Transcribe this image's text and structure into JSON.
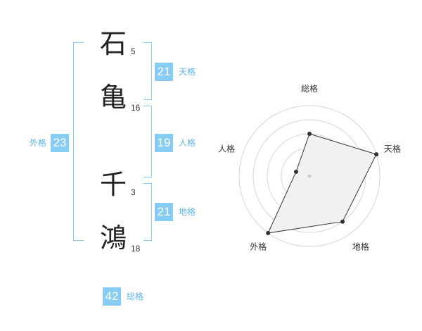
{
  "name": {
    "chars": [
      {
        "char": "石",
        "strokes": "5"
      },
      {
        "char": "亀",
        "strokes": "16"
      },
      {
        "char": "千",
        "strokes": "3"
      },
      {
        "char": "鴻",
        "strokes": "18"
      }
    ]
  },
  "fortune": {
    "tenkaku": {
      "value": "21",
      "label": "天格"
    },
    "jinkaku": {
      "value": "19",
      "label": "人格"
    },
    "chikaku": {
      "value": "21",
      "label": "地格"
    },
    "gaikaku": {
      "value": "23",
      "label": "外格"
    },
    "soukaku": {
      "value": "42",
      "label": "総格"
    }
  },
  "chart_data": {
    "type": "radar",
    "axes": [
      "総格",
      "天格",
      "地格",
      "外格",
      "人格"
    ],
    "values": [
      3,
      5,
      4,
      5,
      1
    ],
    "max": 5,
    "rings": 5,
    "colors": {
      "fill": "#efefef",
      "line": "#333333",
      "grid": "#d6d6d6"
    }
  },
  "colors": {
    "accent": "#86ccf3",
    "accent_text": "#5cb6ea"
  }
}
